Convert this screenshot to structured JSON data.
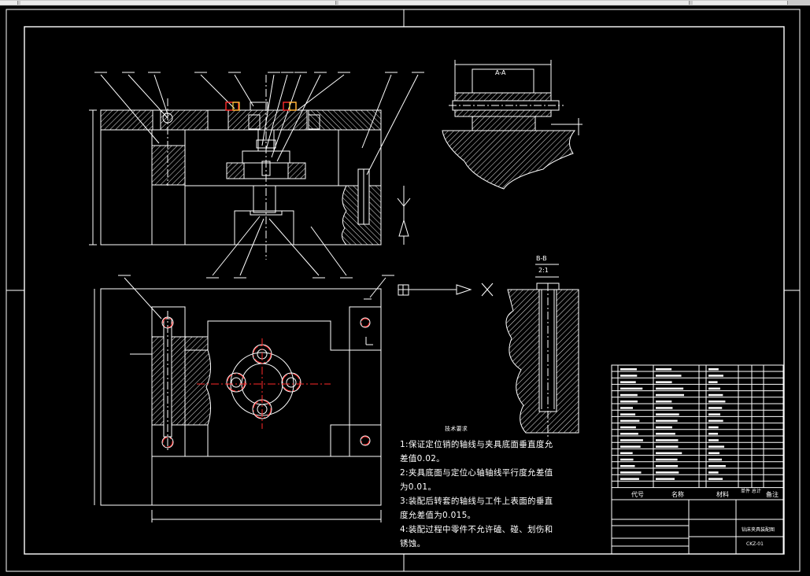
{
  "window": {
    "tab_count": 4
  },
  "colors": {
    "background": "#000000",
    "lines": "#ffffff",
    "hatch": "#ffffff",
    "accent": "#ff2a2a",
    "toolbar": "#c9c9c9"
  },
  "section_titles": {
    "b_b": "B-B",
    "b_b_scale": "2:1",
    "a_a": "A-A"
  },
  "cross_marker": "X",
  "tech_requirements": {
    "title": "技术要求",
    "lines": [
      "1:保证定位销的轴线与夹具底面垂直度允",
      "差值0.02。",
      "2:夹具底面与定位心轴轴线平行度允差值",
      "为0.01。",
      "3:装配后转套的轴线与工件上表面的垂直",
      "度允差值为0.015。",
      "4:装配过程中零件不允许磕、碰、划伤和",
      "锈蚀。"
    ]
  },
  "title_block": {
    "header": {
      "code": "代号",
      "name": "名称",
      "material": "材料",
      "weight": "单件 总计",
      "remarks": "备注"
    },
    "drawing_name": "钻床夹具装配图",
    "drawing_number": "CKZ-01"
  }
}
